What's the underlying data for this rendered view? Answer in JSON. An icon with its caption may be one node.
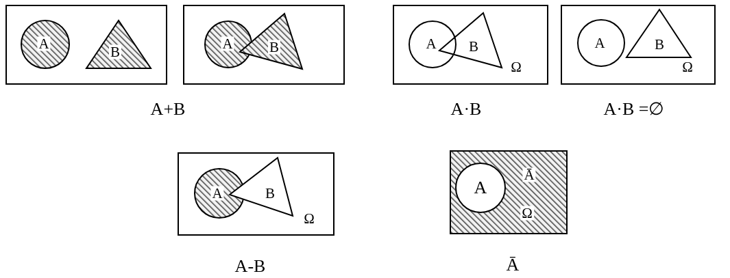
{
  "diagram": {
    "nodes": [
      {
        "text": [],
        "shape": "box"
      },
      {
        "text": [
          "A"
        ],
        "in": 0
      },
      {
        "text": [
          "B"
        ],
        "in": 0
      },
      {
        "text": [],
        "shape": "box"
      },
      {
        "text": [
          "A"
        ],
        "in": 3
      },
      {
        "text": [
          "B"
        ],
        "in": 3
      },
      {
        "text": [
          "Ω"
        ]
      },
      {
        "text": [
          "A"
        ],
        "in": 6
      },
      {
        "text": [
          "B"
        ],
        "in": 6
      },
      {
        "text": [
          "Ω"
        ]
      },
      {
        "text": [
          "A"
        ],
        "in": 9
      },
      {
        "text": [
          "B"
        ],
        "in": 9
      },
      {
        "text": [
          "Ω"
        ]
      },
      {
        "text": [
          "A"
        ],
        "in": 12
      },
      {
        "text": [
          "B"
        ],
        "in": 12
      },
      {
        "text": [
          "Ā",
          "Ω"
        ]
      },
      {
        "text": [
          "A"
        ],
        "in": 15
      }
    ],
    "edges": [],
    "labels": [
      "A+B",
      "A·B",
      "A·B =∅",
      "A-B",
      "Ā"
    ]
  }
}
